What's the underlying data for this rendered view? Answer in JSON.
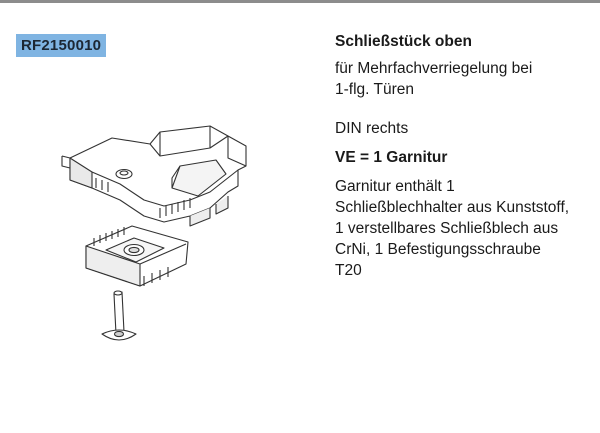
{
  "article": {
    "number": "RF2150010"
  },
  "product": {
    "title": "Schließstück oben",
    "subtitle_lines": [
      "für Mehrfachverriegelung bei",
      "1-flg. Türen"
    ],
    "din": "DIN rechts",
    "ve": "VE = 1 Garnitur",
    "contents_lines": [
      "Garnitur enthält 1",
      "Schließblechhalter aus Kunststoff,",
      "1 verstellbares Schließblech aus",
      "CrNi, 1 Befestigungsschraube",
      "T20"
    ]
  },
  "colors": {
    "badge_background": "#7fb4e2",
    "top_rule": "#8c8c8c"
  },
  "illustration": {
    "icon": "striker-plate-drawing-icon"
  }
}
